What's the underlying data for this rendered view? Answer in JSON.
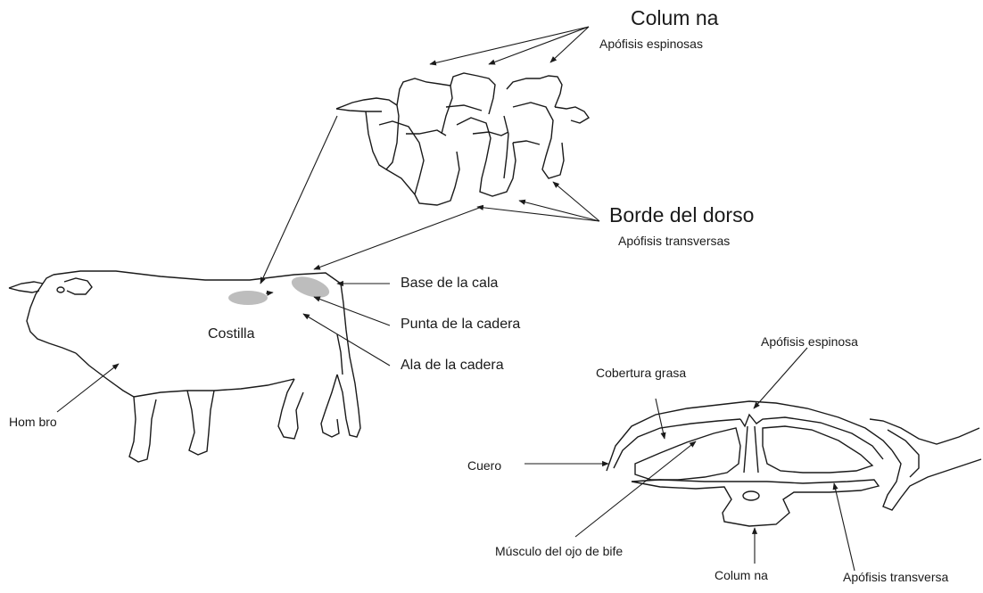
{
  "labels": {
    "columna_title": "Colum na",
    "apofisis_espinosas": "Apófisis espinosas",
    "borde_del_dorso": "Borde del dorso",
    "apofisis_transversas": "Apófisis transversas",
    "base_de_la_cala": "Base de la cala",
    "punta_de_la_cadera": "Punta de la cadera",
    "ala_de_la_cadera": "Ala de la cadera",
    "costilla": "Costilla",
    "hombro": "Hom bro",
    "apofisis_espinosa": "Apófisis espinosa",
    "cobertura_grasa": "Cobertura grasa",
    "cuero": "Cuero",
    "musculo_ojo_de_bife": "Músculo del ojo de bife",
    "columna_bottom": "Colum na",
    "apofisis_transversa": "Apófisis transversa"
  },
  "colors": {
    "line": "#1a1a1a",
    "marked_area": "#bdbdbd"
  }
}
